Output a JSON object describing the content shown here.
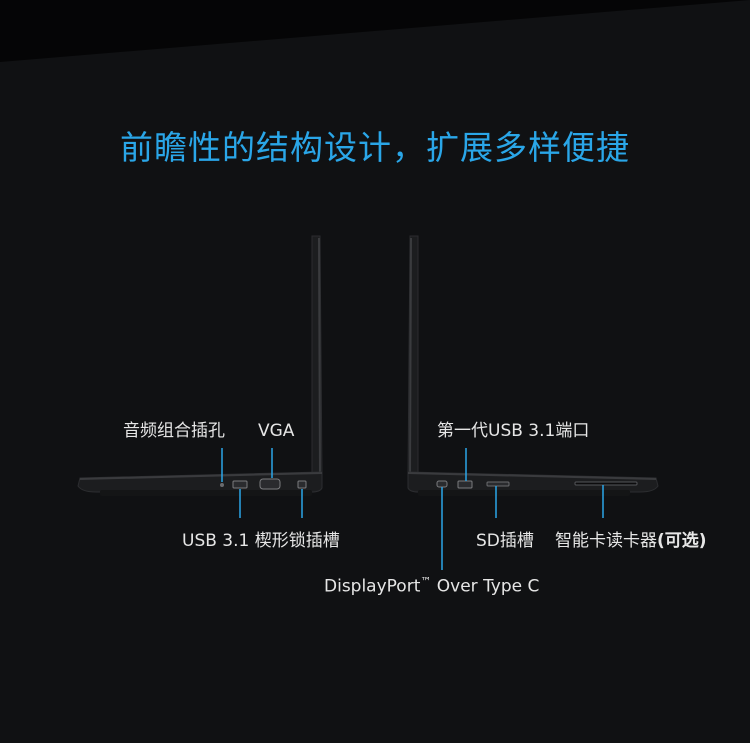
{
  "theme": {
    "background": "#101113",
    "title_color": "#2aa6e8",
    "accent_line": "#2aa6e8",
    "label_color": "#e6e6e6",
    "laptop_body": "#1c1d1f"
  },
  "title": "前瞻性的结构设计，扩展多样便捷",
  "left_laptop": {
    "labels": {
      "audio_jack": "音频组合插孔",
      "vga": "VGA",
      "usb_lock": "USB 3.1 楔形锁插槽"
    }
  },
  "right_laptop": {
    "labels": {
      "usb_gen1": "第一代USB 3.1端口",
      "displayport": "DisplayPort",
      "displayport_tm": "™",
      "displayport_rest": " Over Type C",
      "sd_slot": "SD插槽",
      "smartcard": "智能卡读卡器",
      "smartcard_optional": "(可选)"
    }
  }
}
